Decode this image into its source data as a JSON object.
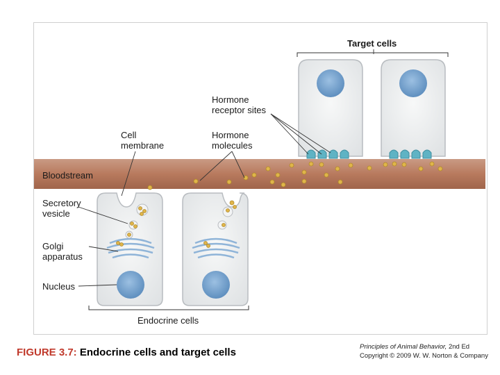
{
  "labels": {
    "target_cells": "Target cells",
    "hormone_receptor_sites": "Hormone\nreceptor sites",
    "cell_membrane": "Cell\nmembrane",
    "hormone_molecules": "Hormone\nmolecules",
    "bloodstream": "Bloodstream",
    "secretory_vesicle": "Secretory\nvesicle",
    "golgi_apparatus": "Golgi\napparatus",
    "nucleus": "Nucleus",
    "endocrine_cells": "Endocrine cells"
  },
  "caption": {
    "figure_number": "FIGURE 3.7:",
    "figure_title": " Endocrine cells and target cells"
  },
  "credit": {
    "book_title": "Principles of Animal Behavior,",
    "edition": " 2nd Ed",
    "copyright": "Copyright © 2009 W. W. Norton & Company"
  },
  "colors": {
    "bloodstream": "#b87a5e",
    "cell_fill": "#eceeee",
    "nucleus": "#7aa6cf",
    "golgi": "#8fb4d8",
    "hormone": "#e0b54a",
    "receptor": "#5fb3c4",
    "caption_accent": "#c0392b"
  }
}
